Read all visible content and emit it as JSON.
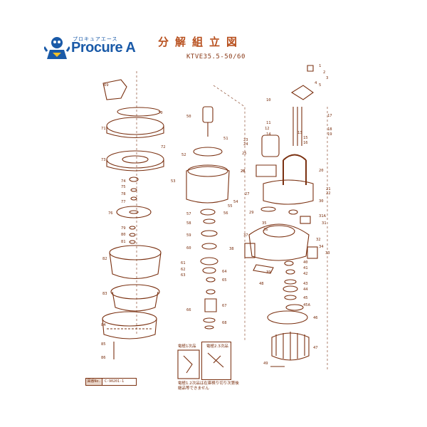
{
  "brand": {
    "kana": "プロキュアエース",
    "name": "Procure A"
  },
  "title": "分解組立図",
  "model": "KTVE35.5-50/60",
  "cable_captions": {
    "primary": "電極1次品",
    "secondary": "電極2.3次品"
  },
  "note": "電極1.2次品は在庫検り切り次第後継品等できません",
  "drawing_number": {
    "label": "図番No.",
    "value": "C-90201-1"
  },
  "parts": [
    {
      "n": "1"
    },
    {
      "n": "2"
    },
    {
      "n": "3"
    },
    {
      "n": "4"
    },
    {
      "n": "5"
    },
    {
      "n": "10"
    },
    {
      "n": "11"
    },
    {
      "n": "12"
    },
    {
      "n": "13"
    },
    {
      "n": "14"
    },
    {
      "n": "15"
    },
    {
      "n": "16"
    },
    {
      "n": "17"
    },
    {
      "n": "18"
    },
    {
      "n": "19"
    },
    {
      "n": "20"
    },
    {
      "n": "21"
    },
    {
      "n": "22"
    },
    {
      "n": "23"
    },
    {
      "n": "24"
    },
    {
      "n": "25"
    },
    {
      "n": "26"
    },
    {
      "n": "27"
    },
    {
      "n": "28"
    },
    {
      "n": "29"
    },
    {
      "n": "30"
    },
    {
      "n": "31"
    },
    {
      "n": "31A"
    },
    {
      "n": "32"
    },
    {
      "n": "33"
    },
    {
      "n": "34"
    },
    {
      "n": "35"
    },
    {
      "n": "36"
    },
    {
      "n": "37"
    },
    {
      "n": "38"
    },
    {
      "n": "39"
    },
    {
      "n": "40"
    },
    {
      "n": "41"
    },
    {
      "n": "42"
    },
    {
      "n": "43"
    },
    {
      "n": "44"
    },
    {
      "n": "45"
    },
    {
      "n": "45A"
    },
    {
      "n": "46"
    },
    {
      "n": "47"
    },
    {
      "n": "48"
    },
    {
      "n": "49"
    },
    {
      "n": "50"
    },
    {
      "n": "51"
    },
    {
      "n": "52"
    },
    {
      "n": "53"
    },
    {
      "n": "54"
    },
    {
      "n": "55"
    },
    {
      "n": "56"
    },
    {
      "n": "57"
    },
    {
      "n": "58"
    },
    {
      "n": "59"
    },
    {
      "n": "60"
    },
    {
      "n": "61"
    },
    {
      "n": "62"
    },
    {
      "n": "63"
    },
    {
      "n": "64"
    },
    {
      "n": "65"
    },
    {
      "n": "66"
    },
    {
      "n": "67"
    },
    {
      "n": "68"
    },
    {
      "n": "69"
    },
    {
      "n": "70"
    },
    {
      "n": "71"
    },
    {
      "n": "72"
    },
    {
      "n": "73"
    },
    {
      "n": "74"
    },
    {
      "n": "75"
    },
    {
      "n": "76"
    },
    {
      "n": "77"
    },
    {
      "n": "78"
    },
    {
      "n": "79"
    },
    {
      "n": "80"
    },
    {
      "n": "81"
    },
    {
      "n": "82"
    },
    {
      "n": "83"
    },
    {
      "n": "84"
    },
    {
      "n": "85"
    },
    {
      "n": "86"
    }
  ],
  "colors": {
    "line": "#7a3010",
    "brand": "#1a5aa8",
    "title": "#b8501e"
  }
}
